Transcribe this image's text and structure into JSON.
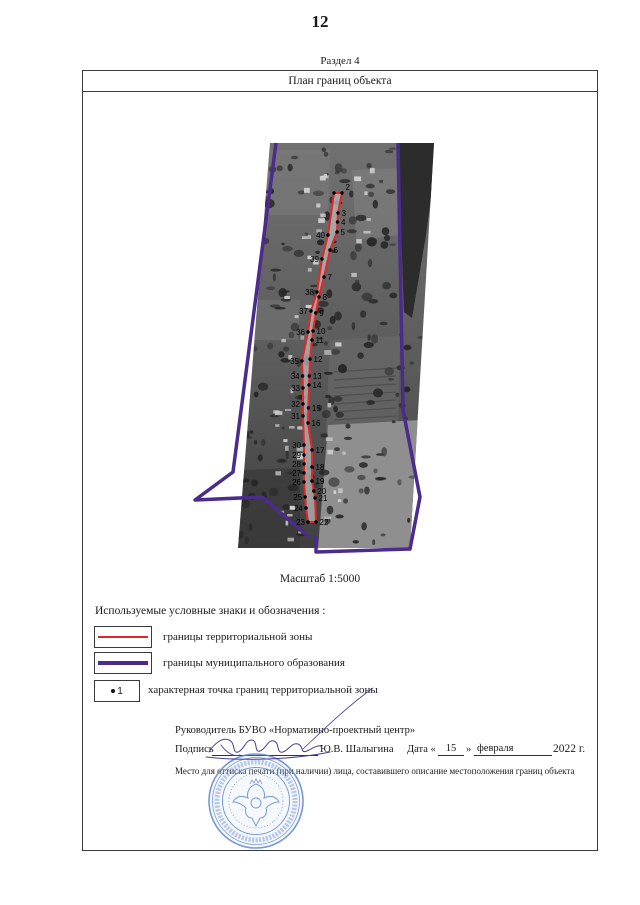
{
  "page_number": "12",
  "section": "Раздел 4",
  "frame": {
    "title": "План границ объекта"
  },
  "map": {
    "points_right": [
      "2",
      "3",
      "4",
      "5",
      "6",
      "7",
      "8",
      "9",
      "10",
      "11",
      "12",
      "13",
      "14",
      "15",
      "16",
      "17",
      "18",
      "19",
      "20",
      "21",
      "22"
    ],
    "points_left": [
      "40",
      "39",
      "38",
      "37",
      "36",
      "35",
      "34",
      "33",
      "32",
      "31",
      "30",
      "29",
      "28",
      "27",
      "26",
      "25",
      "24",
      "23"
    ],
    "colors": {
      "zone_boundary": "#e02828",
      "municipal_boundary": "#4b2b8c",
      "point": "#000000"
    }
  },
  "scale": "Масштаб 1:5000",
  "legend": {
    "heading": "Используемые условные знаки и обозначения :",
    "items": [
      {
        "symbol": "red-line",
        "label": "границы территориальной зоны"
      },
      {
        "symbol": "purple-line",
        "label": "границы муниципального образования"
      },
      {
        "symbol": "point",
        "symbol_text": "1",
        "label": "характерная точка границ территориальной зоны"
      }
    ]
  },
  "signature": {
    "head": "Руководитель БУВО «Нормативно-проектный центр»",
    "sign_label": "Подпись",
    "name": "Ю.В. Шалыгина",
    "date_label": "Дата «",
    "day": "15",
    "date_close": "»",
    "month": "февраля",
    "year": "2022 г.",
    "stamp_note": "Место для оттиска печати (при наличии) лица, составившего описание местоположения границ объекта"
  },
  "seal": {
    "color": "#5b83cf",
    "signature_ink": "#463f94"
  }
}
